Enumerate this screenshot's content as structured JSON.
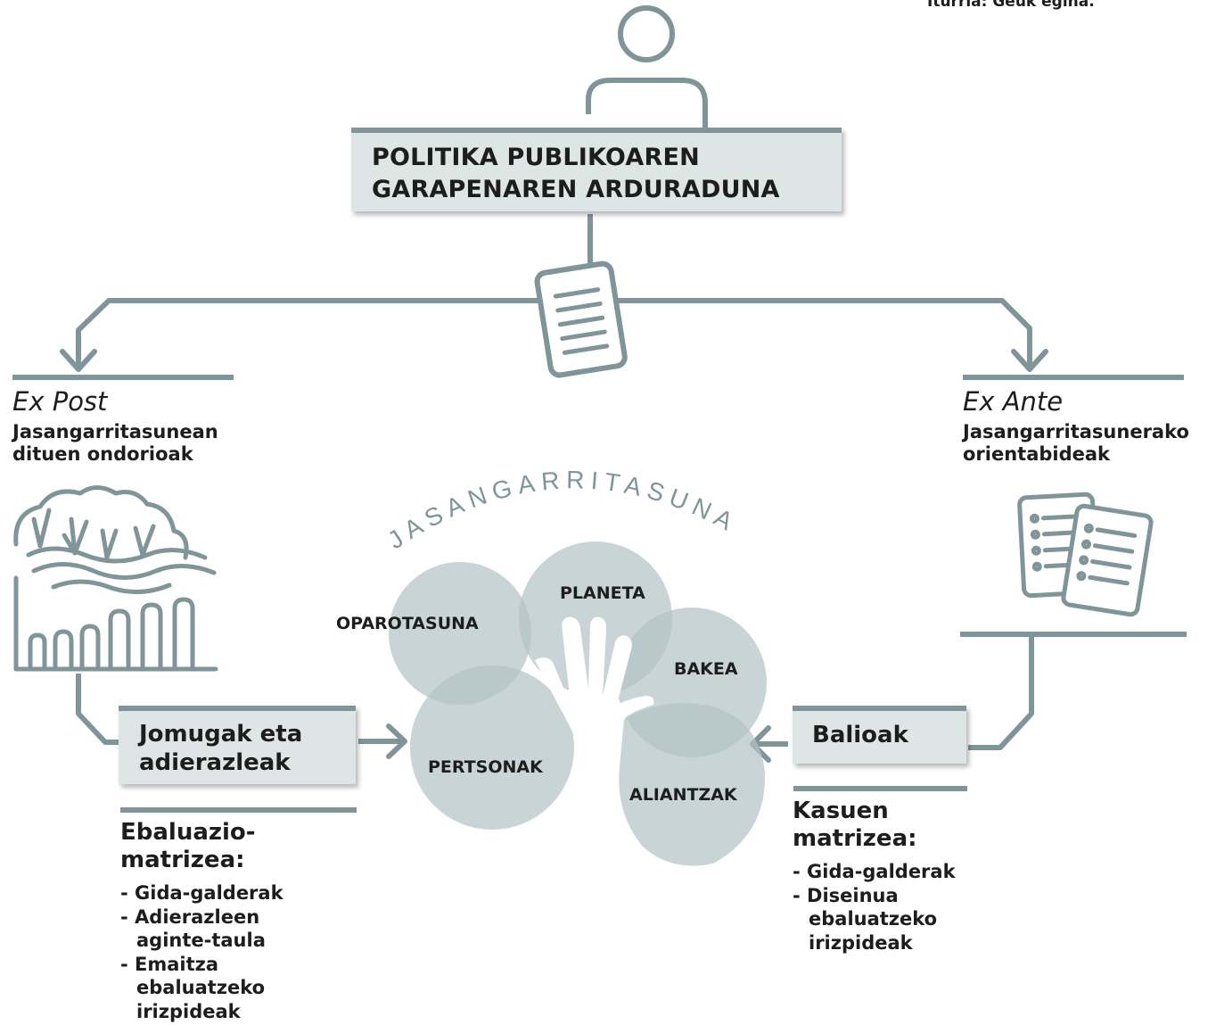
{
  "source": "Iturria: Geuk egina.",
  "title": {
    "line1": "POLITIKA PUBLIKOAREN",
    "line2": "GARAPENAREN ARDURADUNA"
  },
  "ex_post": {
    "label": "Ex Post",
    "sub1": "Jasangarritasunean",
    "sub2": "dituen ondorioak"
  },
  "ex_ante": {
    "label": "Ex Ante",
    "sub1": "Jasangarritasunerako",
    "sub2": "orientabideak"
  },
  "arc_title": "JASANGARRITASUNA",
  "circles": {
    "oparotasuna": "OPAROTASUNA",
    "planeta": "PLANETA",
    "bakea": "BAKEA",
    "pertsonak": "PERTSONAK",
    "aliantzak": "ALIANTZAK"
  },
  "jomugak": {
    "line1": "Jomugak eta",
    "line2": "adierazleak"
  },
  "balioak": "Balioak",
  "ebaluazio": {
    "title1": "Ebaluazio-",
    "title2": "matrizea:",
    "items": [
      "Gida-galderak",
      "Adierazleen",
      "aginte-taula",
      "Emaitza",
      "ebaluatzeko",
      "irizpideak"
    ]
  },
  "kasuen": {
    "title1": "Kasuen",
    "title2": "matrizea:",
    "items": [
      "Gida-galderak",
      "Diseinua",
      "ebaluatzeko",
      "irizpideak"
    ]
  },
  "colors": {
    "line": "#7f9599",
    "box": "#dde5e5",
    "circle": "#b3c3c6"
  }
}
